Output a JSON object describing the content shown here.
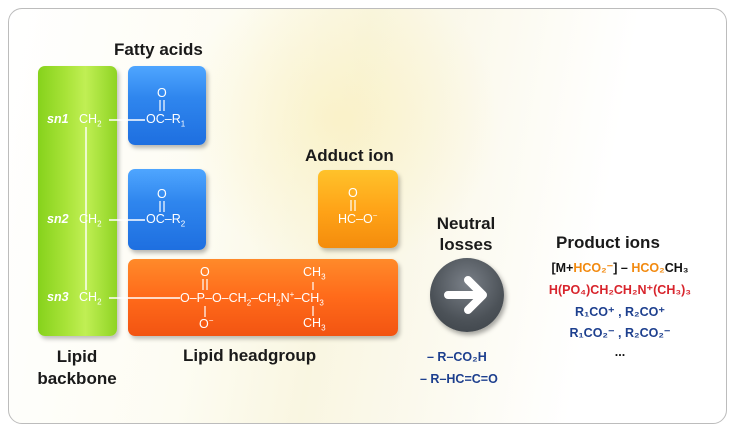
{
  "labels": {
    "fatty_acids": "Fatty acids",
    "adduct_ion": "Adduct ion",
    "neutral_losses_1": "Neutral",
    "neutral_losses_2": "losses",
    "product_ions": "Product ions",
    "lipid_backbone_1": "Lipid",
    "lipid_backbone_2": "backbone",
    "lipid_headgroup": "Lipid headgroup"
  },
  "backbone": {
    "sn1": "sn1",
    "sn2": "sn2",
    "sn3": "sn3",
    "ch2_1": "CH",
    "ch2_2": "CH",
    "ch2_3": "CH",
    "sub2": "2"
  },
  "fatty_acid_1": {
    "o_top": "O",
    "oc": "OC–R",
    "sub": "1"
  },
  "fatty_acid_2": {
    "o_top": "O",
    "oc": "OC–R",
    "sub": "2"
  },
  "adduct": {
    "o_top": "O",
    "formula": "HC–O",
    "charge": "−"
  },
  "headgroup": {
    "o_top": "O",
    "chain": "O–P–O–CH",
    "ch2_a": "2",
    "ch2_mid": "–CH",
    "n": "N",
    "plus": "+",
    "ch3_right": "–CH",
    "ch3_top": "CH",
    "ch3_bottom": "CH",
    "sub3": "3",
    "o_bottom": "O",
    "minus": "−"
  },
  "neutral_losses": {
    "item1": "– R–CO₂H",
    "item2": "– R–HC=C=O"
  },
  "product_ions": {
    "line1": [
      {
        "text": "[M+",
        "color": "blk"
      },
      {
        "text": "HCO₂⁻",
        "color": "org"
      },
      {
        "text": "] – ",
        "color": "blk"
      },
      {
        "text": "HCO₂",
        "color": "org"
      },
      {
        "text": "CH₃",
        "color": "blk"
      }
    ],
    "line2": "H(PO₄)CH₂CH₂N⁺(CH₃)₃",
    "line3": "R₁CO⁺ , R₂CO⁺",
    "line4": "R₁CO₂⁻ , R₂CO₂⁻",
    "line5": "..."
  },
  "colors": {
    "backbone": "#a8e338",
    "fatty_acid": "#2f86ee",
    "adduct": "#ffa418",
    "headgroup": "#ff6a1a",
    "arrow": "#4c5258",
    "red_text": "#d8242c",
    "orange_text": "#f28a10",
    "navy_text": "#1d3f8e"
  },
  "icons": {
    "arrow": "right-arrow-icon"
  }
}
